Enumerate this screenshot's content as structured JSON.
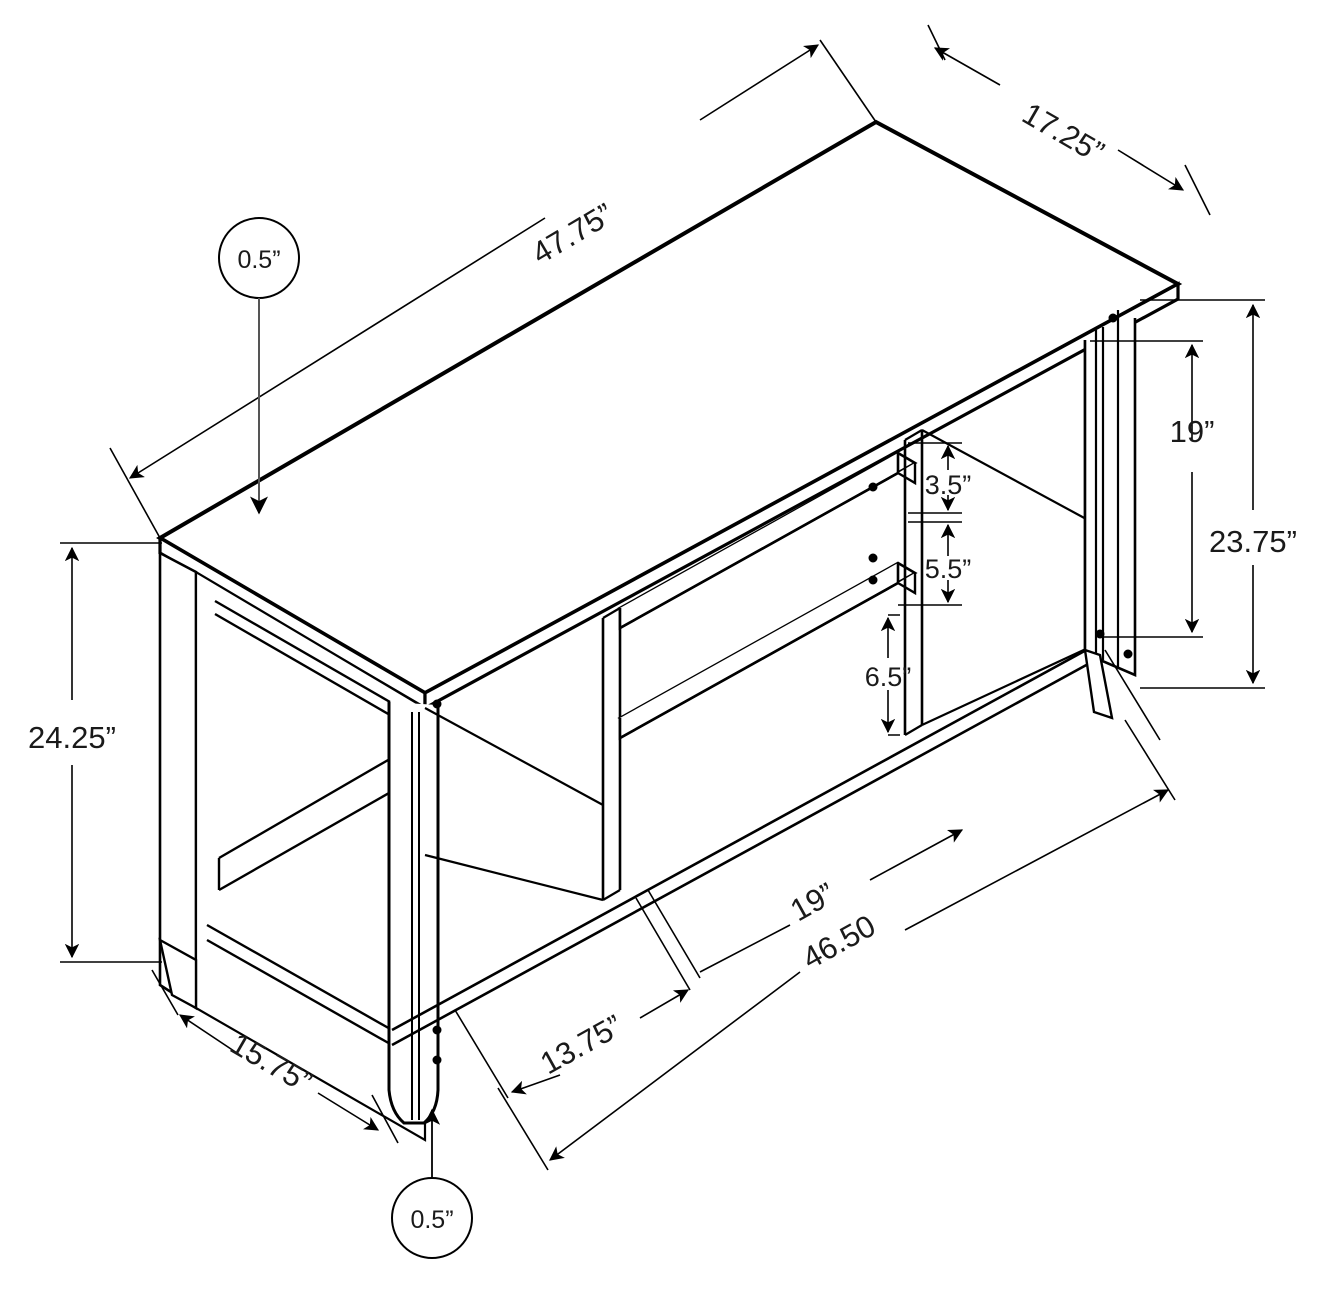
{
  "drawing": {
    "title": "TV Console Dimensional Drawing",
    "type": "isometric-technical-drawing",
    "background_color": "#ffffff",
    "line_color": "#000000",
    "text_color": "#1a1a1a",
    "units": "inches"
  },
  "dimensions": {
    "top_width": "47.75”",
    "top_depth": "17.25”",
    "right_inner_height": "19”",
    "right_total_height": "23.75”",
    "left_total_height": "24.25”",
    "shelf_gap_top": "3.5”",
    "shelf_gap_middle": "5.5”",
    "shelf_gap_bottom": "6.5”",
    "left_side_depth": "15.75”",
    "front_bay_width": "13.75”",
    "center_bay_width": "19”",
    "bottom_front_width": "46.50"
  },
  "callouts": [
    {
      "id": "top-thickness",
      "label": "0.5”",
      "shape": "circle"
    },
    {
      "id": "leg-thickness",
      "label": "0.5”",
      "shape": "circle"
    }
  ],
  "labels": {
    "d_47_75": "47.75”",
    "d_17_25": "17.25”",
    "d_19_right": "19”",
    "d_23_75": "23.75”",
    "d_24_25": "24.25”",
    "d_3_5": "3.5”",
    "d_5_5": "5.5”",
    "d_6_5": "6.5”",
    "d_15_75": "15.75”",
    "d_13_75": "13.75”",
    "d_19_bottom": "19”",
    "d_46_50": "46.50",
    "callout_top": "0.5”",
    "callout_bottom": "0.5”"
  }
}
